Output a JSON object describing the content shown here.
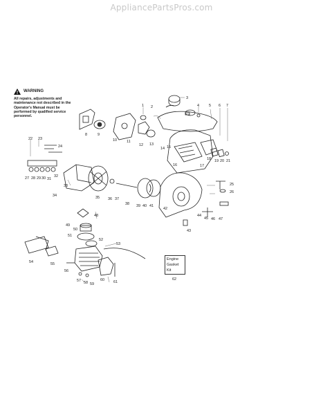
{
  "header": {
    "site": "AppliancePartsPros.com"
  },
  "warning": {
    "title": "WARNING",
    "text": "All repairs, adjustments and maintenance not described in the Operator's Manual must be performed by qualified service personnel."
  },
  "kit": {
    "line1": "Engine",
    "line2": "Gasket",
    "line3": "Kit"
  },
  "callouts": [
    "1",
    "2",
    "3",
    "4",
    "5",
    "6",
    "7",
    "8",
    "9",
    "10",
    "11",
    "12",
    "13",
    "14",
    "15",
    "16",
    "17",
    "18",
    "19",
    "20",
    "21",
    "22",
    "23",
    "24",
    "25",
    "26",
    "27",
    "28",
    "29",
    "30",
    "31",
    "32",
    "33",
    "34",
    "35",
    "36",
    "37",
    "38",
    "39",
    "40",
    "41",
    "42",
    "43",
    "44",
    "45",
    "46",
    "47",
    "48",
    "49",
    "50",
    "51",
    "52",
    "53",
    "54",
    "55",
    "56",
    "57",
    "58",
    "59",
    "60",
    "61",
    "62"
  ]
}
